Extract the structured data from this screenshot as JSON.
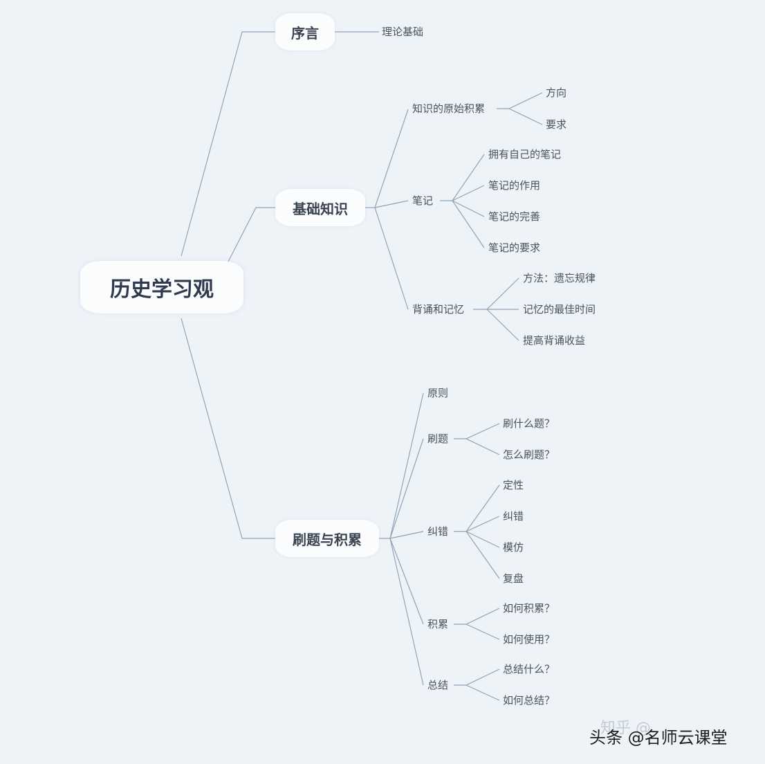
{
  "root": {
    "label": "历史学习观"
  },
  "branches": [
    {
      "label": "序言",
      "children": [
        {
          "label": "理论基础",
          "children": []
        }
      ]
    },
    {
      "label": "基础知识",
      "children": [
        {
          "label": "知识的原始积累",
          "children": [
            "方向",
            "要求"
          ]
        },
        {
          "label": "笔记",
          "children": [
            "拥有自己的笔记",
            "笔记的作用",
            "笔记的完善",
            "笔记的要求"
          ]
        },
        {
          "label": "背诵和记忆",
          "children": [
            "方法：遗忘规律",
            "记忆的最佳时间",
            "提高背诵收益"
          ]
        }
      ]
    },
    {
      "label": "刷题与积累",
      "children": [
        {
          "label": "原则",
          "children": []
        },
        {
          "label": "刷题",
          "children": [
            "刷什么题？",
            "怎么刷题？"
          ]
        },
        {
          "label": "纠错",
          "children": [
            "定性",
            "纠错",
            "模仿",
            "复盘"
          ]
        },
        {
          "label": "积累",
          "children": [
            "如何积累？",
            "如何使用？"
          ]
        },
        {
          "label": "总结",
          "children": [
            "总结什么？",
            "如何总结？"
          ]
        }
      ]
    }
  ],
  "watermark": {
    "text": "头条 @名师云课堂",
    "ghost_text": "知乎 @..."
  },
  "colors": {
    "background": "#eef3f8",
    "line": "#8fa3b8",
    "node_fill": "#fbfcfe",
    "text": "#3d4653"
  }
}
